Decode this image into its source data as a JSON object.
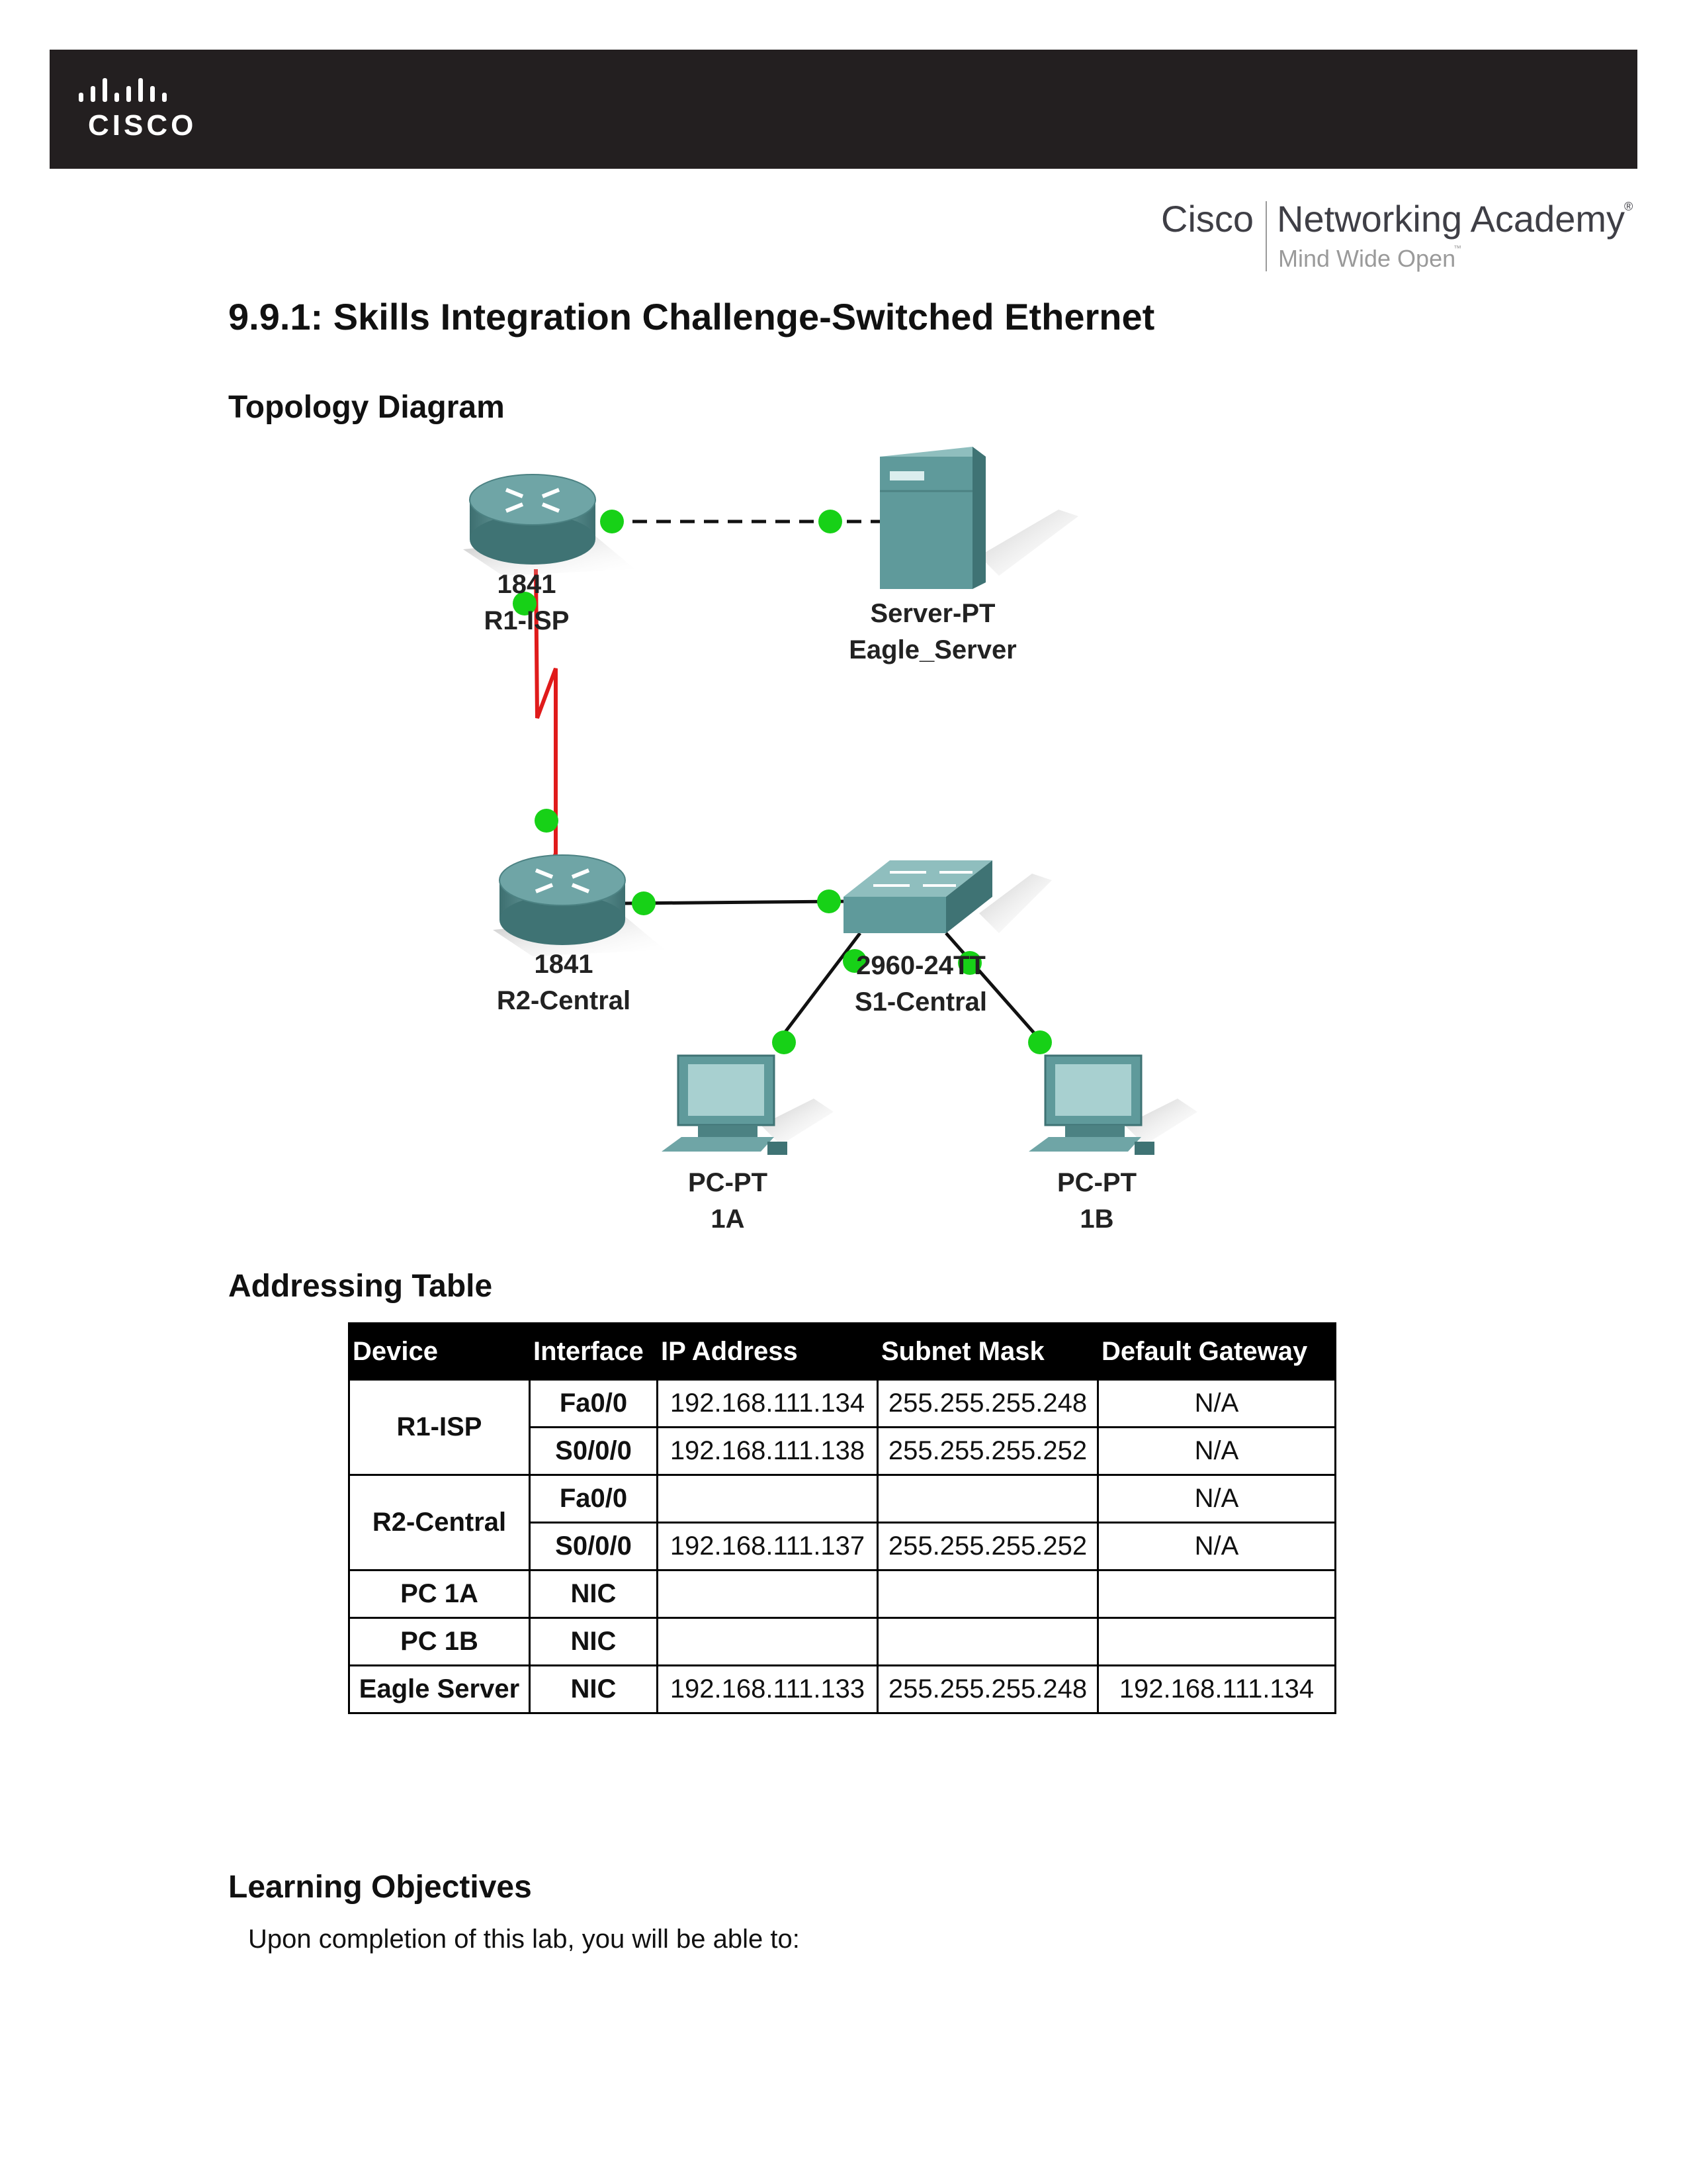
{
  "header": {
    "logo_text": "CISCO",
    "academy_left": "Cisco",
    "academy_right": "Networking Academy",
    "registered": "®",
    "tagline": "Mind Wide Open",
    "trademark": "™"
  },
  "title": "9.9.1: Skills Integration Challenge-Switched Ethernet",
  "topology": {
    "heading": "Topology Diagram",
    "devices": {
      "r1": {
        "model": "1841",
        "name": "R1-ISP"
      },
      "server": {
        "model": "Server-PT",
        "name": "Eagle_Server"
      },
      "r2": {
        "model": "1841",
        "name": "R2-Central"
      },
      "s1": {
        "model": "2960-24TT",
        "name": "S1-Central"
      },
      "pc1a": {
        "model": "PC-PT",
        "name": "1A"
      },
      "pc1b": {
        "model": "PC-PT",
        "name": "1B"
      }
    },
    "colors": {
      "device": "#5f9a9b",
      "link_up": "#17d117",
      "serial": "#e01b1b"
    }
  },
  "addressing": {
    "heading": "Addressing Table",
    "headers": [
      "Device",
      "Interface",
      "IP Address",
      "Subnet Mask",
      "Default Gateway"
    ],
    "rows": [
      {
        "device": "R1-ISP",
        "interface": "Fa0/0",
        "ip": "192.168.111.134",
        "mask": "255.255.255.248",
        "gw": "N/A"
      },
      {
        "device": "",
        "interface": "S0/0/0",
        "ip": "192.168.111.138",
        "mask": "255.255.255.252",
        "gw": "N/A"
      },
      {
        "device": "R2-Central",
        "interface": "Fa0/0",
        "ip": "",
        "mask": "",
        "gw": "N/A"
      },
      {
        "device": "",
        "interface": "S0/0/0",
        "ip": "192.168.111.137",
        "mask": "255.255.255.252",
        "gw": "N/A"
      },
      {
        "device": "PC 1A",
        "interface": "NIC",
        "ip": "",
        "mask": "",
        "gw": ""
      },
      {
        "device": "PC 1B",
        "interface": "NIC",
        "ip": "",
        "mask": "",
        "gw": ""
      },
      {
        "device": "Eagle Server",
        "interface": "NIC",
        "ip": "192.168.111.133",
        "mask": "255.255.255.248",
        "gw": "192.168.111.134"
      }
    ]
  },
  "objectives": {
    "heading": "Learning Objectives",
    "lead": "Upon completion of this lab, you will be able to:"
  }
}
